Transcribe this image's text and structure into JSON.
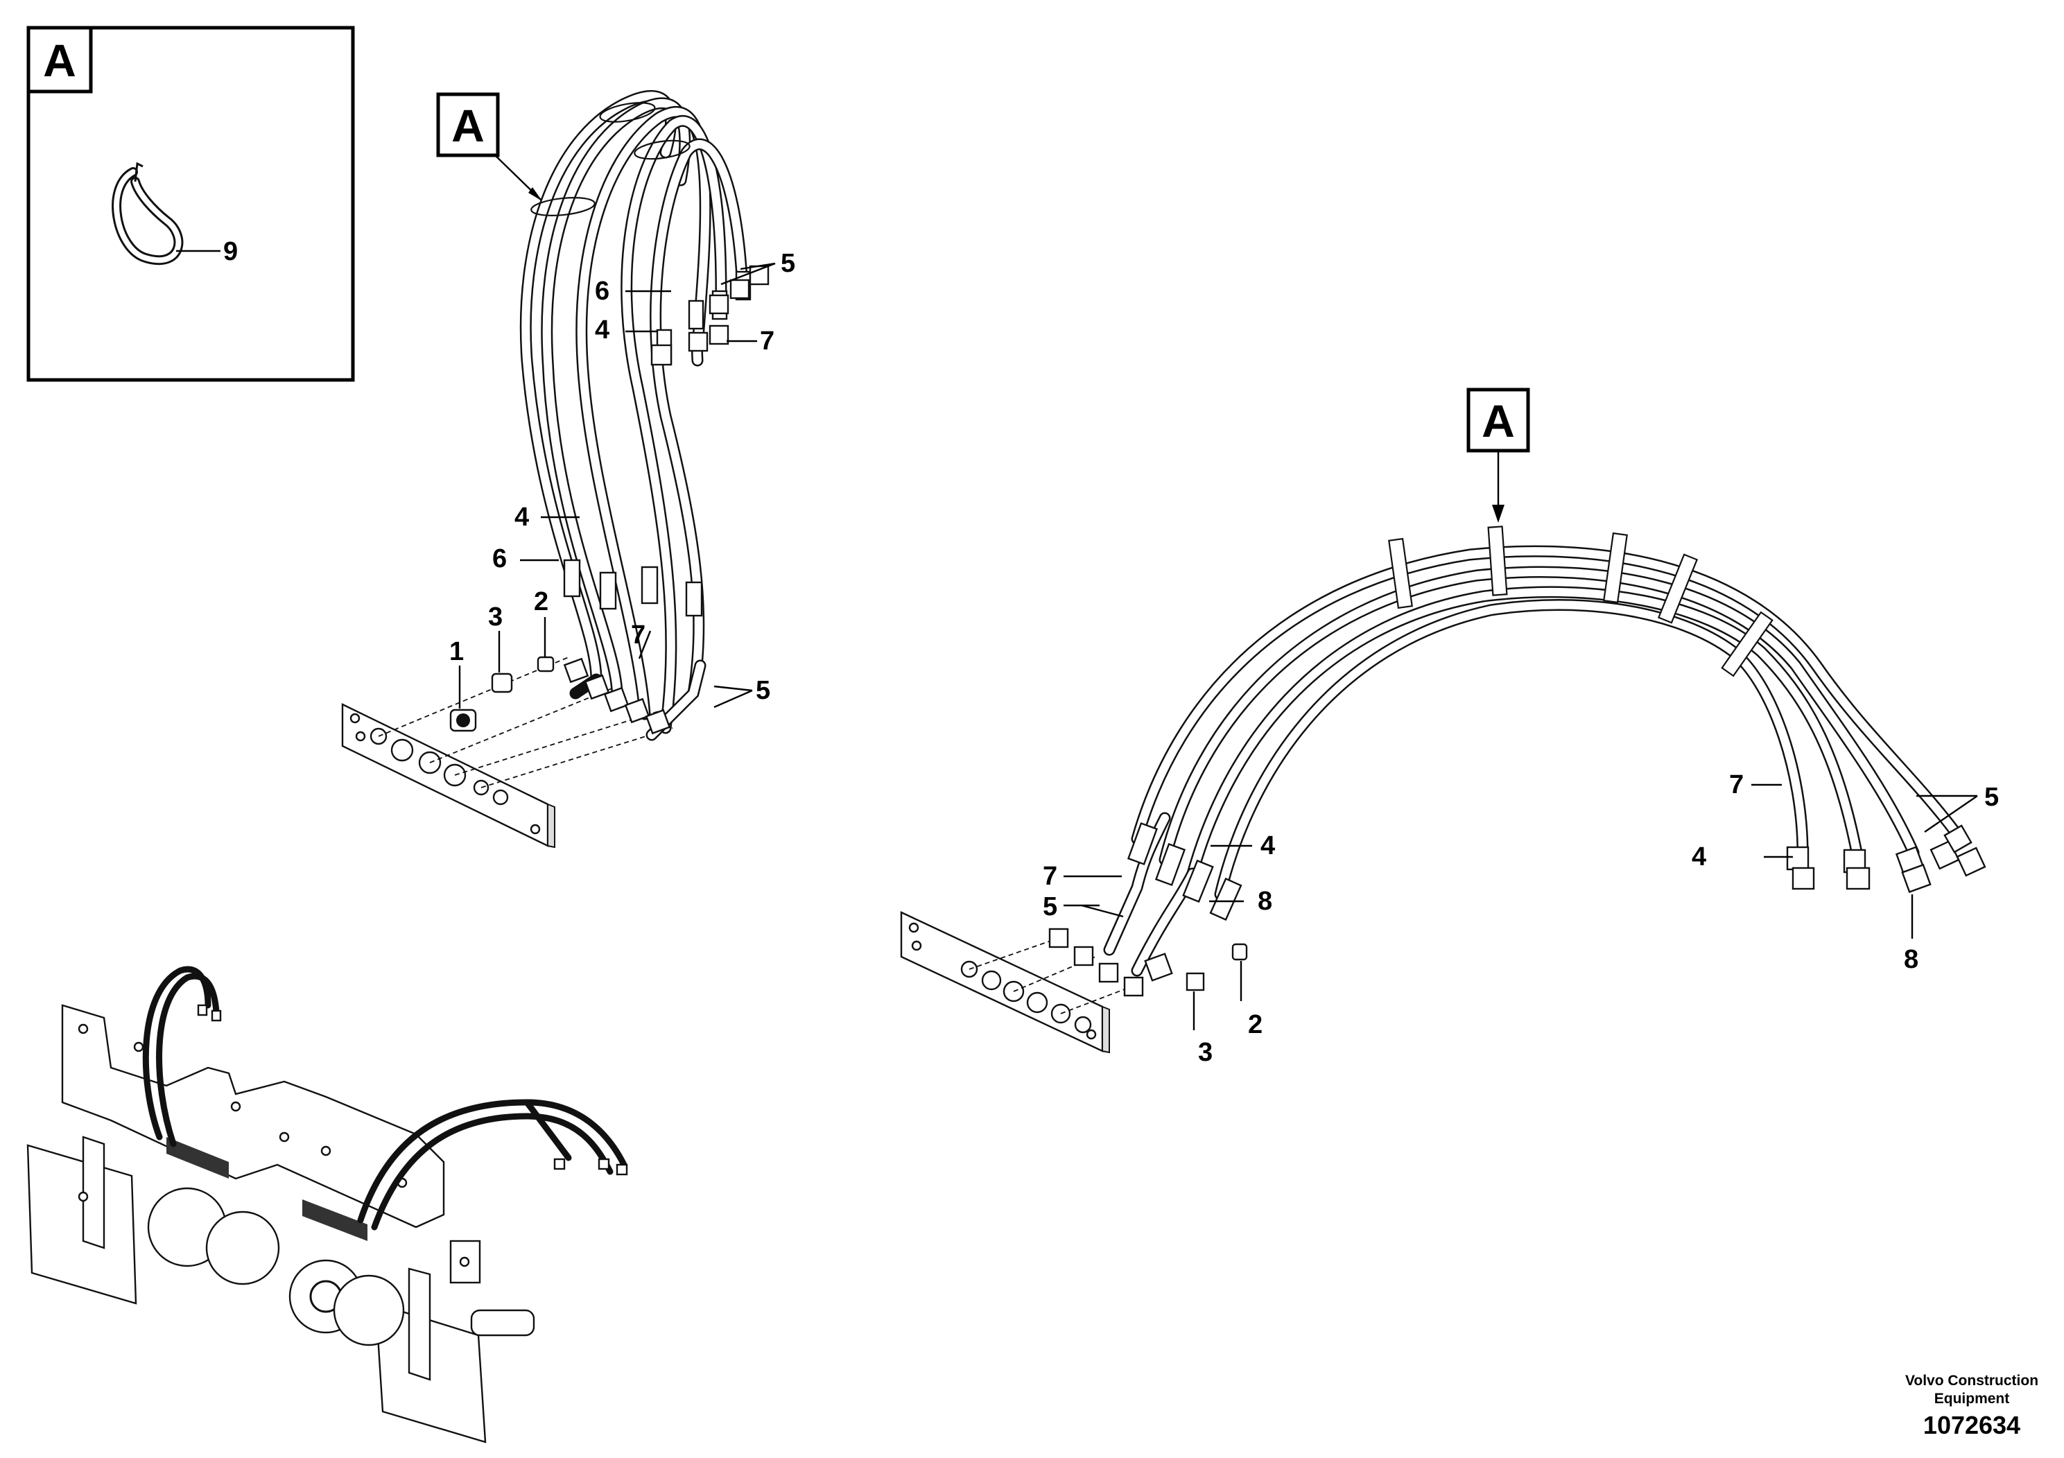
{
  "view_markers": {
    "detail_box": "A",
    "left_assembly": "A",
    "right_assembly": "A"
  },
  "detail": {
    "item_9": "9"
  },
  "left_assembly": {
    "item_1": "1",
    "item_2": "2",
    "item_3": "3",
    "item_4_top": "4",
    "item_4_mid": "4",
    "item_5_top": "5",
    "item_5_bottom": "5",
    "item_6_top": "6",
    "item_6_mid": "6",
    "item_7_top": "7",
    "item_7_mid": "7"
  },
  "right_assembly": {
    "item_2": "2",
    "item_3": "3",
    "item_4_left": "4",
    "item_4_right": "4",
    "item_5_left": "5",
    "item_5_right": "5",
    "item_7_left": "7",
    "item_7_right": "7",
    "item_8_left": "8",
    "item_8_right": "8"
  },
  "footer": {
    "brand_line1": "Volvo Construction",
    "brand_line2": "Equipment",
    "part_number": "1072634"
  }
}
